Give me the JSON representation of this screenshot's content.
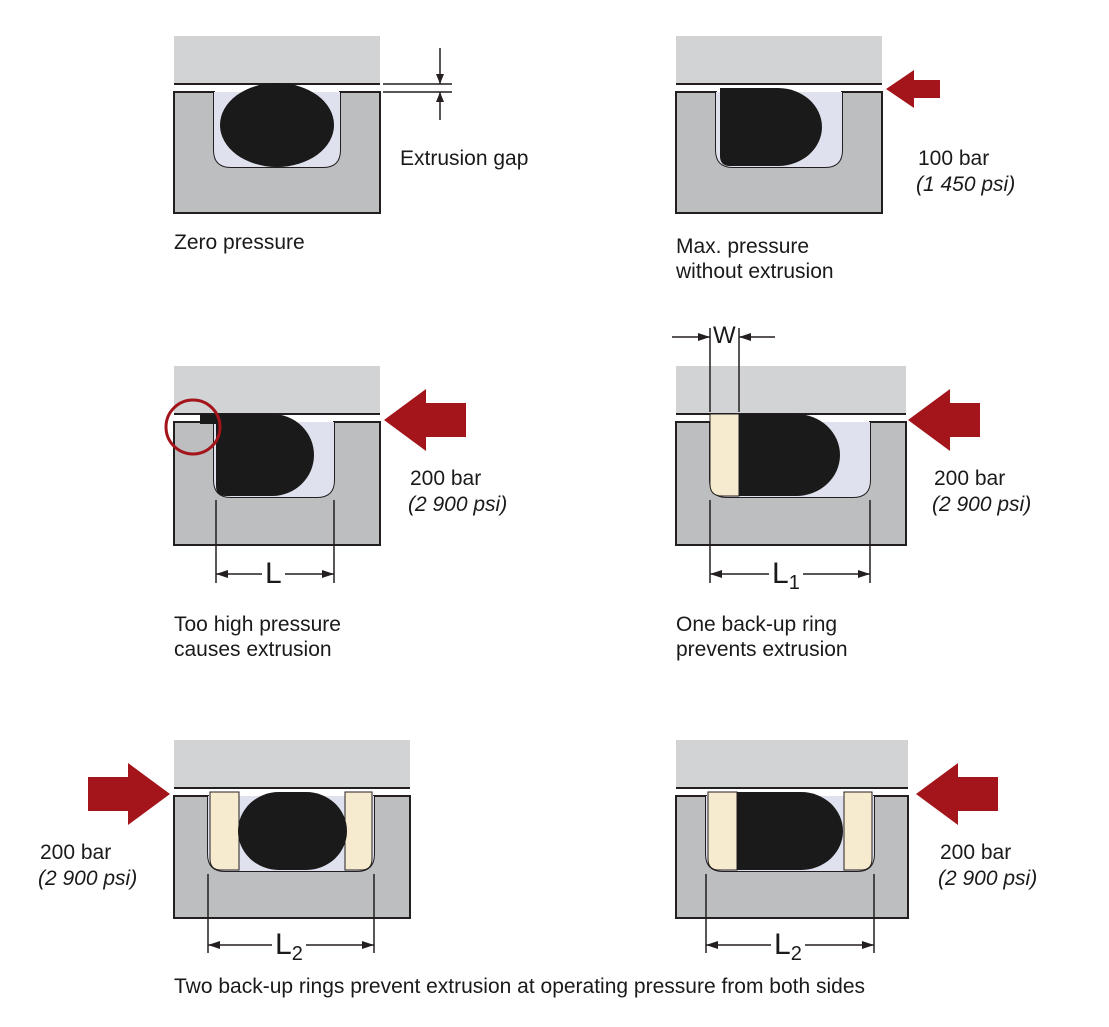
{
  "panels": {
    "zero": {
      "caption": "Zero pressure",
      "gap_label": "Extrusion gap"
    },
    "max": {
      "caption_line1": "Max. pressure",
      "caption_line2": "without extrusion",
      "pressure": "100 bar",
      "pressure_psi": "(1 450 psi)"
    },
    "too_high": {
      "caption_line1": "Too high pressure",
      "caption_line2": "causes extrusion",
      "pressure": "200 bar",
      "pressure_psi": "(2 900 psi)",
      "dimension": "L"
    },
    "one_ring": {
      "caption_line1": "One back-up ring",
      "caption_line2": "prevents extrusion",
      "pressure": "200 bar",
      "pressure_psi": "(2 900 psi)",
      "dimension": "L",
      "dimension_sub": "1",
      "width_label": "W"
    },
    "two_rings_left": {
      "pressure": "200 bar",
      "pressure_psi": "(2 900 psi)",
      "dimension": "L",
      "dimension_sub": "2"
    },
    "two_rings_right": {
      "pressure": "200 bar",
      "pressure_psi": "(2 900 psi)",
      "dimension": "L",
      "dimension_sub": "2"
    },
    "bottom_caption": "Two back-up rings prevent extrusion at operating pressure from both sides"
  },
  "colors": {
    "housing": "#bcbec0",
    "rod": "#d1d3d4",
    "cavity": "#dfe1ee",
    "oring": "#1a1a1a",
    "backup_ring": "#f7ebcf",
    "arrow": "#a3151b",
    "outline": "#231f20"
  }
}
